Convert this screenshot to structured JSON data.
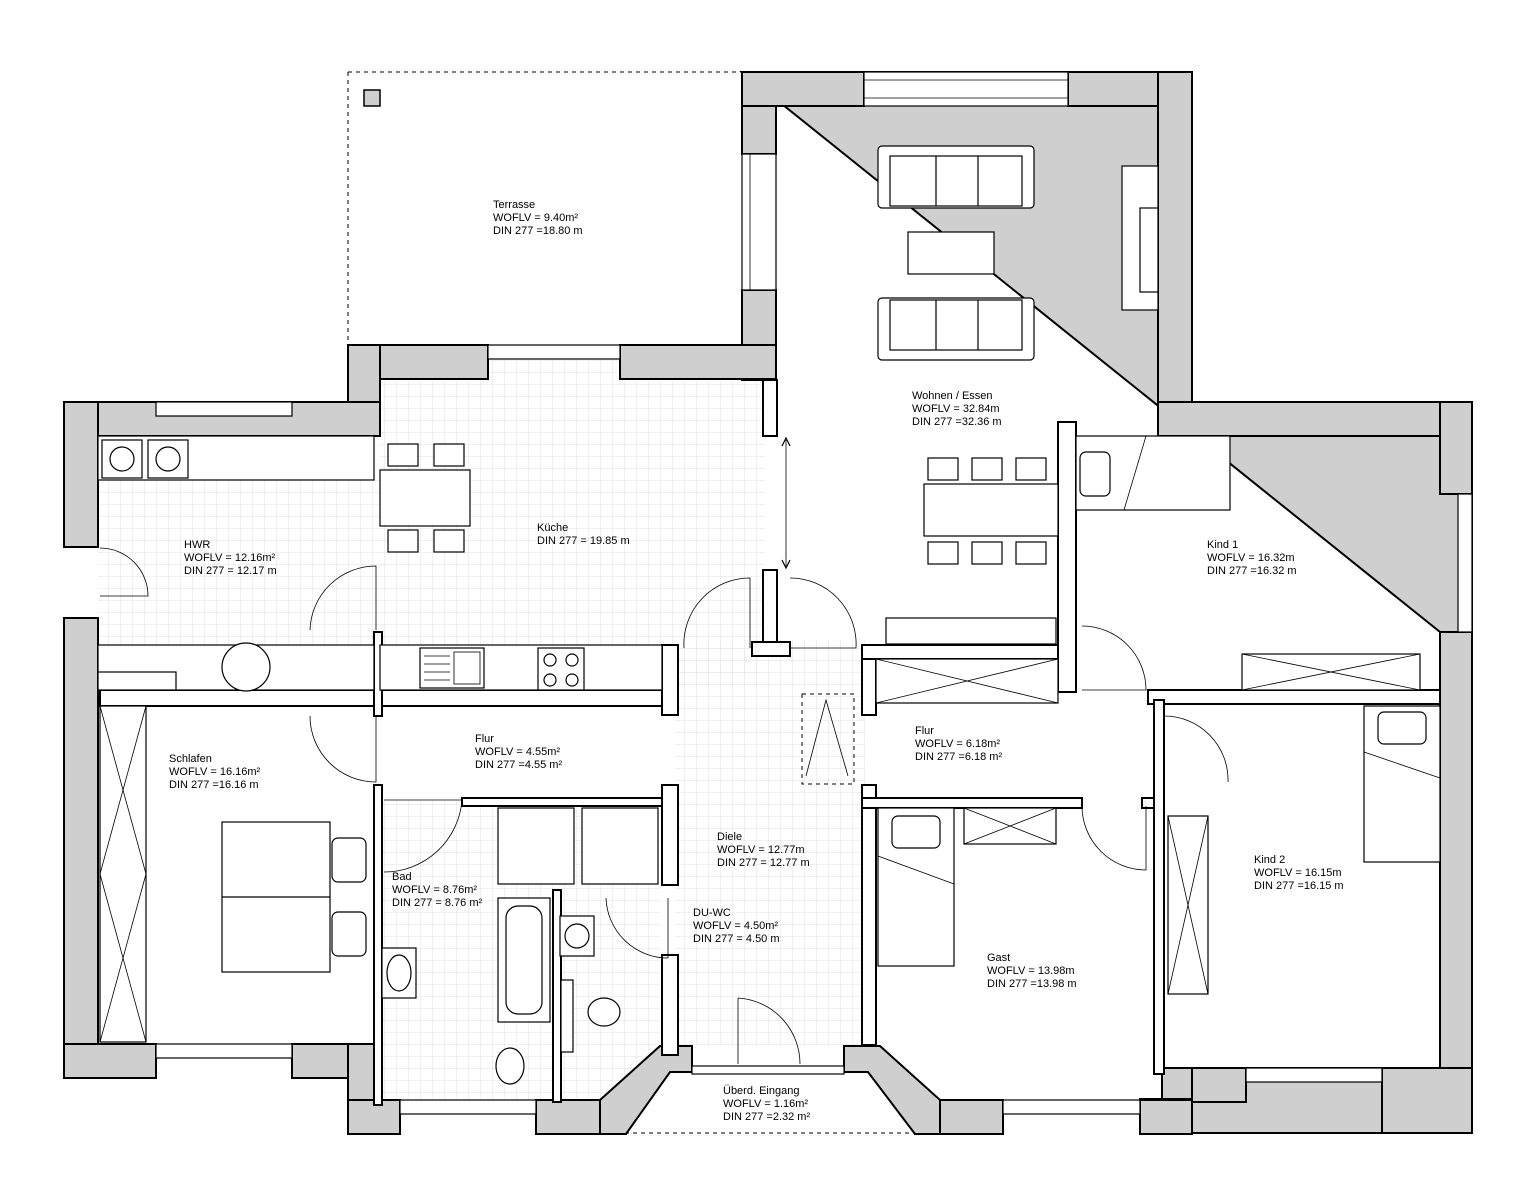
{
  "colors": {
    "wall_fill": "#cfcfcf",
    "line": "#000000",
    "tile_grid": "#d9d9d9",
    "background": "#ffffff"
  },
  "rooms": [
    {
      "id": "terrasse",
      "name": "Terrasse",
      "wofl": "WOFLV = 9.40m²",
      "din": "DIN 277 =18.80 m"
    },
    {
      "id": "wohnen",
      "name": "Wohnen / Essen",
      "wofl": "WOFLV = 32.84m",
      "din": "DIN 277 =32.36 m"
    },
    {
      "id": "hwr",
      "name": "HWR",
      "wofl": "WOFLV = 12.16m²",
      "din": "DIN 277 = 12.17 m"
    },
    {
      "id": "kueche",
      "name": "Küche",
      "wofl": "",
      "din": "DIN 277 = 19.85 m"
    },
    {
      "id": "kind1",
      "name": "Kind 1",
      "wofl": "WOFLV = 16.32m",
      "din": "DIN 277 =16.32 m"
    },
    {
      "id": "schlafen",
      "name": "Schlafen",
      "wofl": "WOFLV = 16.16m²",
      "din": "DIN 277 =16.16 m"
    },
    {
      "id": "flur1",
      "name": "Flur",
      "wofl": "WOFLV = 4.55m²",
      "din": "DIN 277 =4.55 m²"
    },
    {
      "id": "flur2",
      "name": "Flur",
      "wofl": "WOFLV = 6.18m²",
      "din": "DIN 277 =6.18 m²"
    },
    {
      "id": "diele",
      "name": "Diele",
      "wofl": "WOFLV = 12.77m",
      "din": "DIN 277 = 12.77 m"
    },
    {
      "id": "kind2",
      "name": "Kind 2",
      "wofl": "WOFLV = 16.15m",
      "din": "DIN 277 =16.15 m"
    },
    {
      "id": "bad",
      "name": "Bad",
      "wofl": "WOFLV = 8.76m²",
      "din": "DIN 277 = 8.76 m²"
    },
    {
      "id": "duwc",
      "name": "DU-WC",
      "wofl": "WOFLV = 4.50m²",
      "din": "DIN 277 = 4.50 m"
    },
    {
      "id": "gast",
      "name": "Gast",
      "wofl": "WOFLV = 13.98m",
      "din": "DIN 277 =13.98 m"
    },
    {
      "id": "eingang",
      "name": "Überd. Eingang",
      "wofl": "WOFLV = 1.16m²",
      "din": "DIN 277 =2.32 m²"
    }
  ]
}
